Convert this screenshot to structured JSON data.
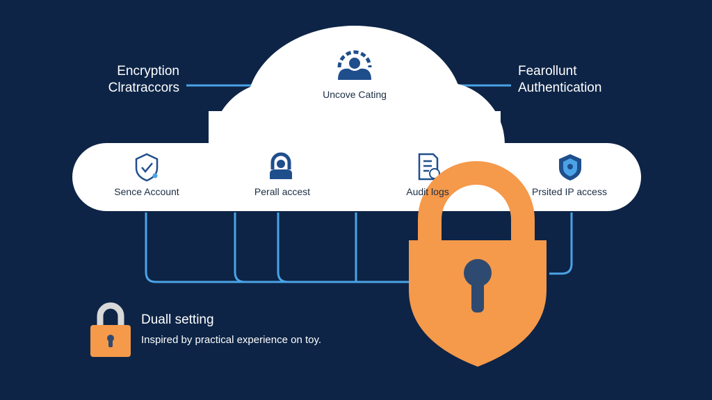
{
  "colors": {
    "background": "#0d2446",
    "cloud": "#ffffff",
    "connector": "#4aa3e6",
    "icon": "#1f4e8c",
    "lock": "#f5994a",
    "keyhole": "#2f4a70"
  },
  "top_left_label": {
    "line1": "Encryption",
    "line2": "Clratraccors"
  },
  "top_right_label": {
    "line1": "Fearollunt",
    "line2": "Authentication"
  },
  "top_node": {
    "label": "Uncove Cating",
    "icon": "user-cloud-icon"
  },
  "nodes": [
    {
      "label": "Sence Account",
      "icon": "shield-check-icon"
    },
    {
      "label": "Perall accest",
      "icon": "user-lock-icon"
    },
    {
      "label": "Audit logs",
      "icon": "document-icon"
    },
    {
      "label": "Prsited IP access",
      "icon": "shield-ip-icon"
    }
  ],
  "note": {
    "title": "Duall setting",
    "body": "Inspired by practical experience on toy.",
    "icon": "padlock-icon"
  },
  "big_lock": {
    "icon": "shield-padlock-icon"
  }
}
